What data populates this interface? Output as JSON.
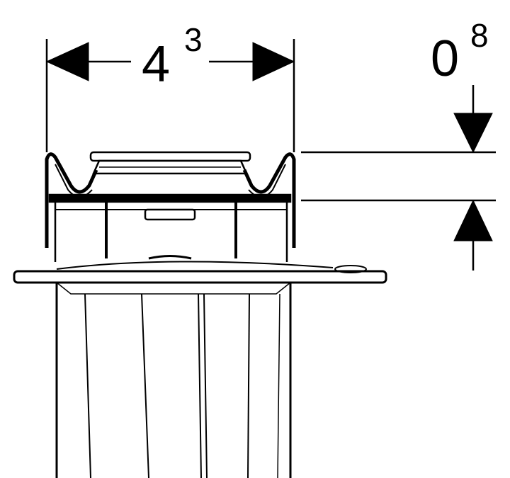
{
  "dimensions": {
    "width": {
      "base": "4",
      "sup": "3"
    },
    "height": {
      "base": "0",
      "sup": "8"
    }
  },
  "colors": {
    "line": "#000000",
    "background": "#ffffff"
  }
}
